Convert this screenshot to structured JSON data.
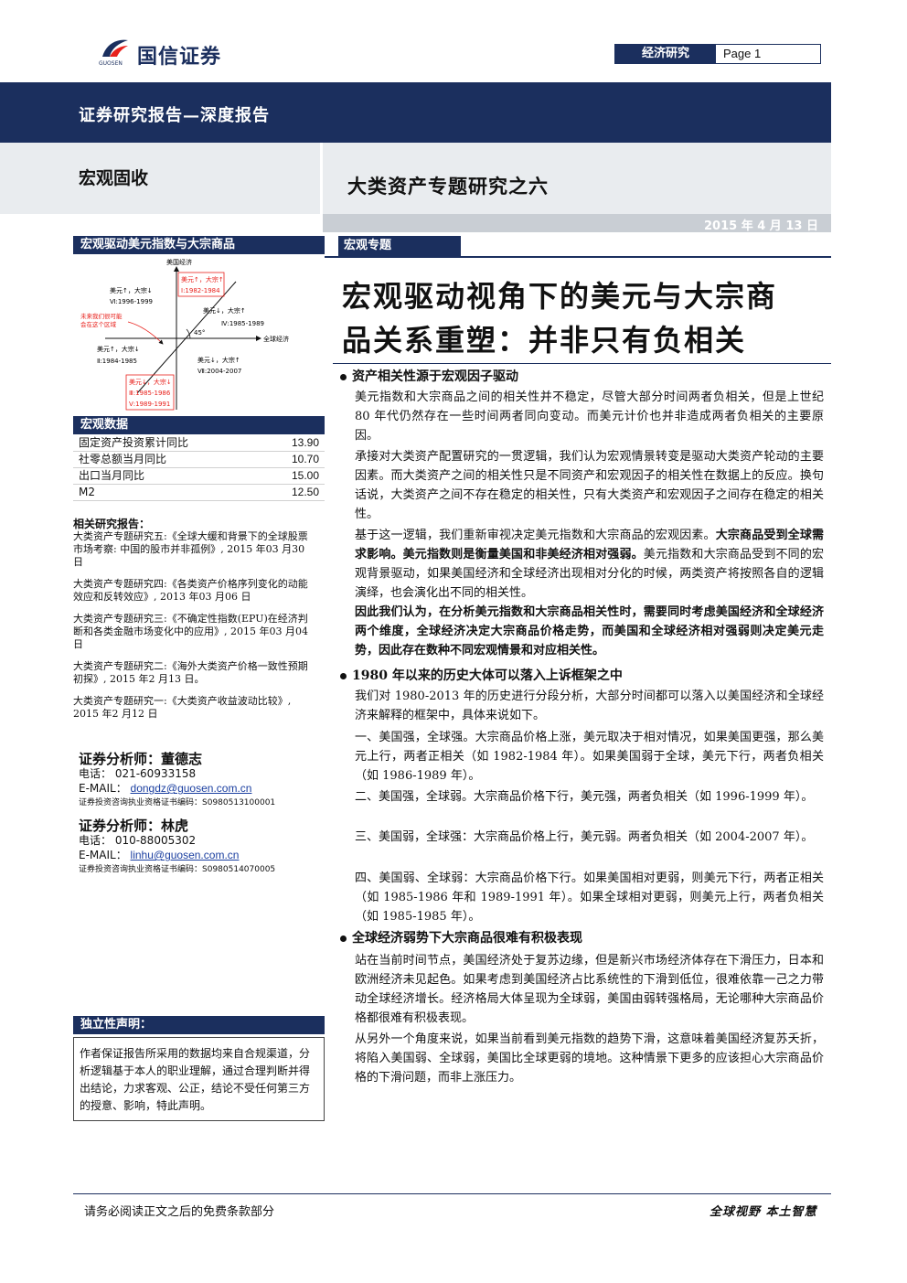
{
  "header": {
    "logo_text": "国信证券",
    "logo_sub": "GUOSEN",
    "tag_label": "经济研究",
    "page_label": "Page 1",
    "report_type": "证券研究报告—深度报告",
    "category": "宏观固收",
    "series_title": "大类资产专题研究之六",
    "date": "2015 年 4 月 13 日"
  },
  "diagram": {
    "heading": "宏观驱动美元指数与大宗商品",
    "y_axis_label": "美国经济",
    "x_axis_label": "全球经济",
    "angle_label": "45°",
    "q1_title": "美元↑，大宗↑",
    "q1_period": "Ⅰ:1982-1984",
    "q2_title": "美元↑，大宗↓",
    "q2_period": "Ⅵ:1996-1999",
    "q3_title": "美元↓，大宗↑",
    "q3_period": "Ⅳ:1985-1989",
    "q4_title": "美元↑，大宗↓",
    "q4_period": "Ⅱ:1984-1985",
    "q5_title": "美元↓，大宗↑",
    "q5_period": "Ⅶ:2004-2007",
    "q6_title": "美元↓，大宗↓",
    "q6_period1": "Ⅲ:1985-1986",
    "q6_period2": "Ⅴ:1989-1991",
    "note_line1": "未来我们很可能",
    "note_line2": "会在这个区域",
    "accent_color": "#e8211c"
  },
  "macro_data": {
    "heading": "宏观数据",
    "rows": [
      {
        "label": "固定资产投资累计同比",
        "value": "13.90"
      },
      {
        "label": "社零总额当月同比",
        "value": "10.70"
      },
      {
        "label": "出口当月同比",
        "value": "15.00"
      },
      {
        "label": "M2",
        "value": "12.50"
      }
    ]
  },
  "related": {
    "heading": "相关研究报告：",
    "items": [
      "大类资产专题研究五:《全球大缓和背景下的全球股票市场考察: 中国的股市并非孤例》, 2015 年03 月30 日",
      "大类资产专题研究四:《各类资产价格序列变化的动能效应和反转效应》, 2013 年03 月06 日",
      "大类资产专题研究三:《不确定性指数(EPU)在经济判断和各类金融市场变化中的应用》, 2015 年03 月04 日",
      "大类资产专题研究二:《海外大类资产价格一致性预期初探》, 2015 年2 月13 日。",
      "大类资产专题研究一:《大类资产收益波动比较》, 2015 年2 月12 日"
    ]
  },
  "analysts": [
    {
      "name": "证券分析师：董德志",
      "phone": "电话：  021-60933158",
      "email_label": "E-MAIL：",
      "email": "dongdz@guosen.com.cn",
      "license": "证券投资咨询执业资格证书编码：S0980513100001"
    },
    {
      "name": "证券分析师：林虎",
      "phone": "电话：  010-88005302",
      "email_label": "E-MAIL：",
      "email": "linhu@guosen.com.cn",
      "license": "证券投资咨询执业资格证书编码：S0980514070005"
    }
  ],
  "declaration": {
    "heading": "独立性声明：",
    "text": "作者保证报告所采用的数据均来自合规渠道，分析逻辑基于本人的职业理解，通过合理判断并得出结论，力求客观、公正，结论不受任何第三方的授意、影响，特此声明。"
  },
  "main": {
    "tag": "宏观专题",
    "headline_line1": "宏观驱动视角下的美元与大宗商",
    "headline_line2": "品关系重塑：并非只有负相关",
    "s1_title": "资产相关性源于宏观因子驱动",
    "s1_p1": "美元指数和大宗商品之间的相关性并不稳定，尽管大部分时间两者负相关，但是上世纪 80 年代仍然存在一些时间两者同向变动。而美元计价也并非造成两者负相关的主要原因。",
    "s1_p2": "承接对大类资产配置研究的一贯逻辑，我们认为宏观情景转变是驱动大类资产轮动的主要因素。而大类资产之间的相关性只是不同资产和宏观因子的相关性在数据上的反应。换句话说，大类资产之间不存在稳定的相关性，只有大类资产和宏观因子之间存在稳定的相关性。",
    "s1_p3_a": "基于这一逻辑，我们重新审视决定美元指数和大宗商品的宏观因素。",
    "s1_p3_b": "大宗商品受到全球需求影响。美元指数则是衡量美国和非美经济相对强弱。",
    "s1_p3_c": "美元指数和大宗商品受到不同的宏观背景驱动，如果美国经济和全球经济出现相对分化的时候，两类资产将按照各自的逻辑演绎，也会演化出不同的相关性。",
    "s1_p4": "因此我们认为，在分析美元指数和大宗商品相关性时，需要同时考虑美国经济和全球经济两个维度，全球经济决定大宗商品价格走势，而美国和全球经济相对强弱则决定美元走势，因此存在数种不同宏观情景和对应相关性。",
    "s2_title": "1980 年以来的历史大体可以落入上诉框架之中",
    "s2_p1": "我们对 1980-2013 年的历史进行分段分析，大部分时间都可以落入以美国经济和全球经济来解释的框架中，具体来说如下。",
    "s2_p2": "一、美国强，全球强。大宗商品价格上涨，美元取决于相对情况，如果美国更强，那么美元上行，两者正相关（如 1982-1984 年）。如果美国弱于全球，美元下行，两者负相关（如 1986-1989 年）。",
    "s2_p3": "二、美国强，全球弱。大宗商品价格下行，美元强，两者负相关（如 1996-1999 年）。",
    "s2_p4": "三、美国弱，全球强：大宗商品价格上行，美元弱。两者负相关（如 2004-2007 年）。",
    "s2_p5": "四、美国弱、全球弱：大宗商品价格下行。如果美国相对更弱，则美元下行，两者正相关（如 1985-1986 年和 1989-1991 年）。如果全球相对更弱，则美元上行，两者负相关（如 1985-1985 年）。",
    "s3_title": "全球经济弱势下大宗商品很难有积极表现",
    "s3_p1": "站在当前时间节点，美国经济处于复苏边缘，但是新兴市场经济体存在下滑压力，日本和欧洲经济未见起色。如果考虑到美国经济占比系统性的下滑到低位，很难依靠一己之力带动全球经济增长。经济格局大体呈现为全球弱，美国由弱转强格局，无论哪种大宗商品价格都很难有积极表现。",
    "s3_p2": "从另外一个角度来说，如果当前看到美元指数的趋势下滑，这意味着美国经济复苏夭折，将陷入美国弱、全球弱，美国比全球更弱的境地。这种情景下更多的应该担心大宗商品价格的下滑问题，而非上涨压力。"
  },
  "footer": {
    "left": "请务必阅读正文之后的免费条款部分",
    "right": "全球视野  本土智慧"
  }
}
